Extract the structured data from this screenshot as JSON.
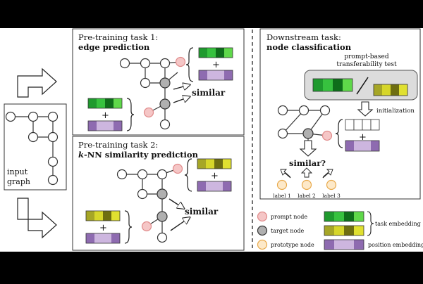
{
  "input": {
    "label_line1": "input",
    "label_line2": "graph"
  },
  "task1": {
    "title_line1": "Pre-training task 1:",
    "title_line2": "edge prediction",
    "similar": "similar",
    "plus_top": "+",
    "plus_left": "+"
  },
  "task2": {
    "title_line1": "Pre-training task 2:",
    "title_line2_prefix": "k",
    "title_line2_rest": "-NN similarity prediction",
    "similar": "similar",
    "plus_top": "+",
    "plus_left": "+"
  },
  "downstream": {
    "title_line1": "Downstream task:",
    "title_line2": "node classification",
    "test_line1": "prompt-based",
    "test_line2": "transferability test",
    "initialization": "initialization",
    "similar_q": "similar?",
    "plus": "+",
    "labels": [
      "label 1",
      "label 2",
      "label 3"
    ]
  },
  "legend": {
    "prompt_node": "prompt node",
    "target_node": "target node",
    "prototype_node": "prototype node",
    "task_embedding": "task embedding",
    "position_embedding": "position embedding"
  },
  "colors": {
    "prompt_node": "#f5c6c6",
    "prompt_stroke": "#e08a8a",
    "target_node": "#b0b0b0",
    "prototype_node": "#fde9c9",
    "prototype_stroke": "#e8a94a",
    "green": [
      "#1f9a2e",
      "#37c23f",
      "#0e6e1a",
      "#5fd84a"
    ],
    "olive": [
      "#a6a626",
      "#d6d62a",
      "#6e6e10",
      "#e0e030"
    ],
    "purple": [
      "#8e6bb0",
      "#cdb6df",
      "#cdb6df",
      "#8e6bb0"
    ]
  }
}
